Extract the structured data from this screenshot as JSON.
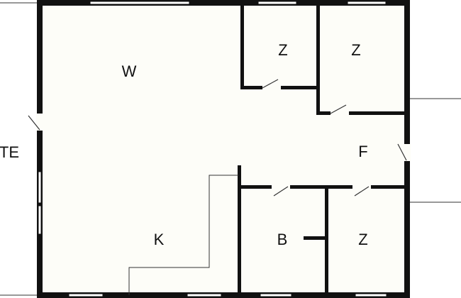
{
  "colors": {
    "background": "#ffffff",
    "interior": "#fdfdf8",
    "wall": "#111111",
    "thin_line": "#333333",
    "window": "#ffffff"
  },
  "rooms": [
    {
      "key": "terrace",
      "label": "TE"
    },
    {
      "key": "living",
      "label": "W"
    },
    {
      "key": "bedroom1",
      "label": "Z"
    },
    {
      "key": "bedroom2",
      "label": "Z"
    },
    {
      "key": "hall",
      "label": "F"
    },
    {
      "key": "kitchen",
      "label": "K"
    },
    {
      "key": "bathroom",
      "label": "B"
    },
    {
      "key": "bedroom3",
      "label": "Z"
    }
  ],
  "symbols": [
    "wall-line",
    "window-icon",
    "door-swing-icon",
    "kitchen-counter-line"
  ]
}
